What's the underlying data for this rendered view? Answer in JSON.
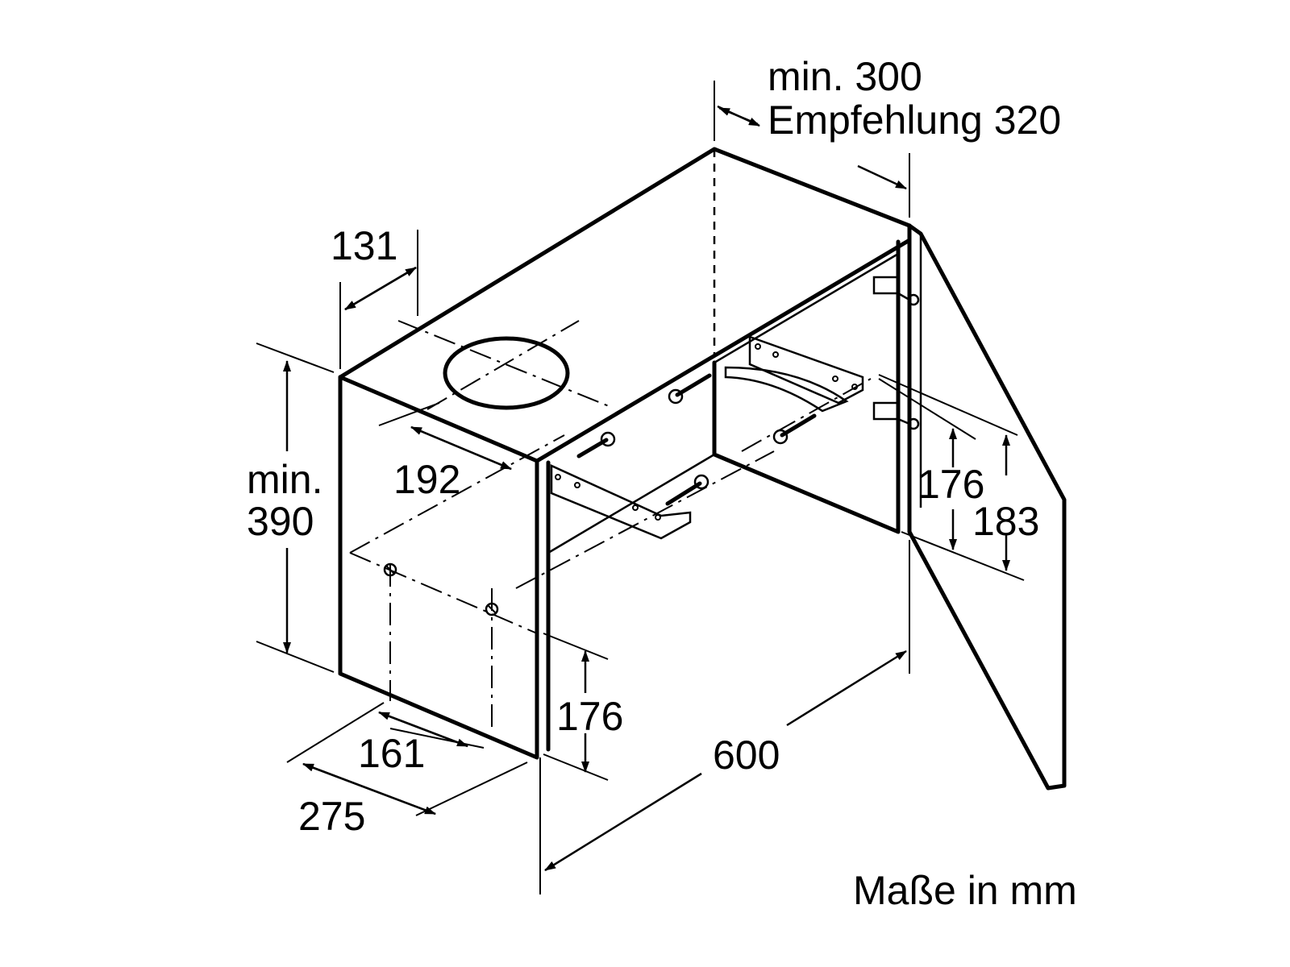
{
  "dimensions": {
    "top_min": "min. 300",
    "top_recommend": "Empfehlung 320",
    "d131": "131",
    "d192": "192",
    "height_min": "min.",
    "height_val": "390",
    "d176_right": "176",
    "d183": "183",
    "d176_bottom": "176",
    "d161": "161",
    "d275": "275",
    "d600": "600"
  },
  "units_note": "Maße in mm",
  "icons": [
    "screw-icon",
    "dowel-icon",
    "mounting-bracket-icon",
    "hinge-icon"
  ]
}
